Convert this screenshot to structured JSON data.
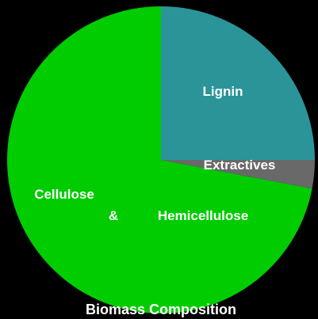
{
  "chart_data": {
    "type": "pie",
    "title": "Biomass Composition",
    "start_angle_deg": 0,
    "direction": "clockwise",
    "slices": [
      {
        "label": "Lignin",
        "value": 25,
        "color": "#2a9499"
      },
      {
        "label": "Extractives",
        "value": 3,
        "color": "#696969"
      },
      {
        "label_parts": [
          "Cellulose",
          "&",
          "Hemicellulose"
        ],
        "value": 72,
        "color": "#00cc00"
      }
    ],
    "legend": "none",
    "background": "#000000"
  }
}
